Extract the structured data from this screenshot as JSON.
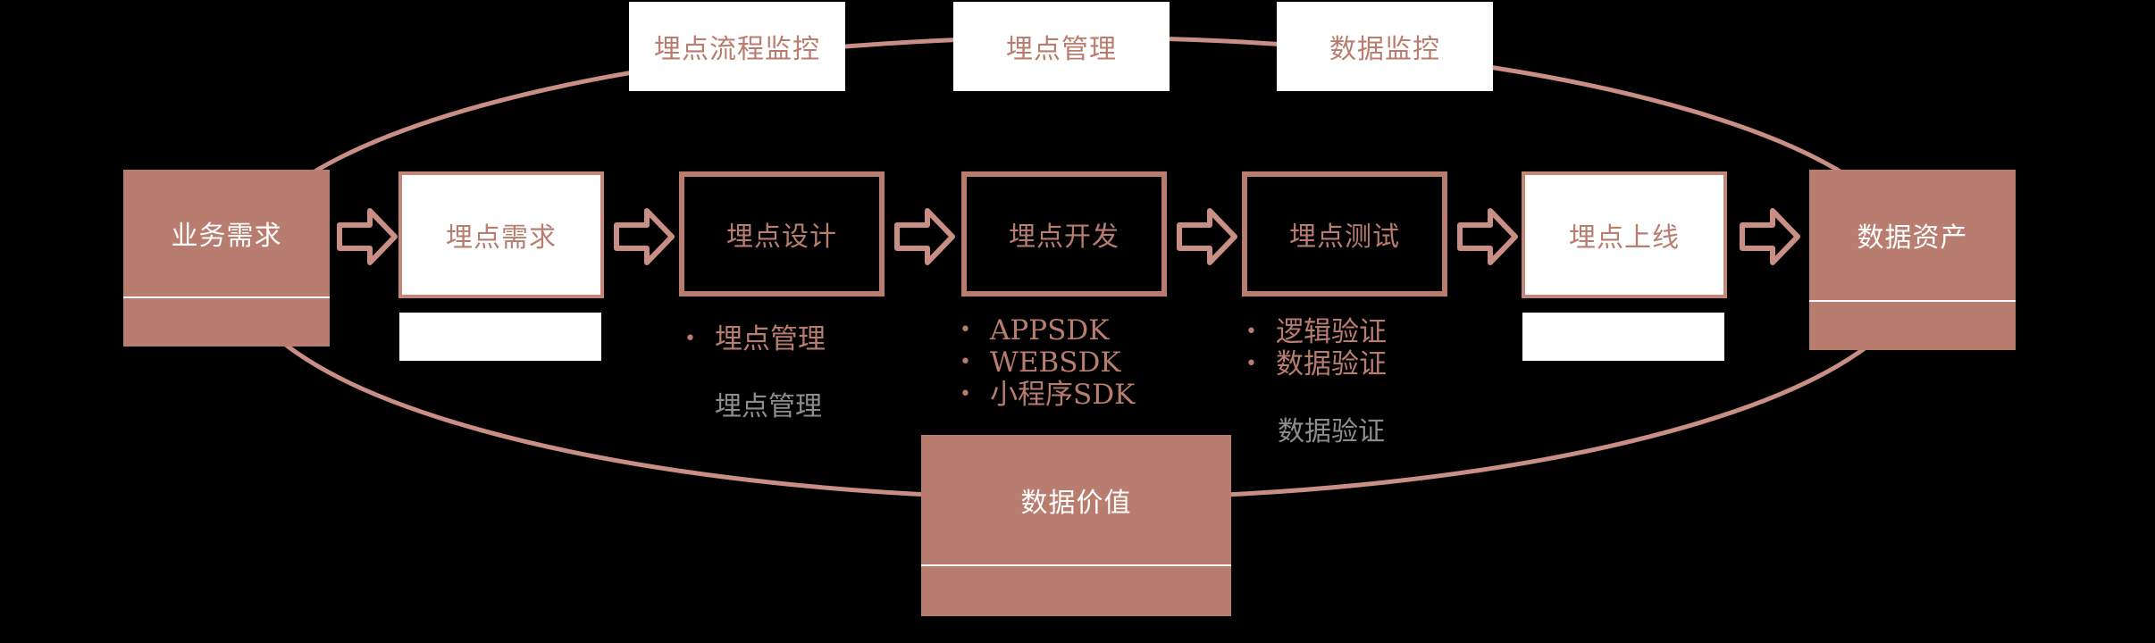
{
  "colors": {
    "accent": "#b97d6f",
    "background": "#000000",
    "white": "#ffffff"
  },
  "top_labels": {
    "flow_monitor": "埋点流程监控",
    "management": "埋点管理",
    "data_monitor": "数据监控"
  },
  "stages": {
    "business_need": "业务需求",
    "tracking_need": "埋点需求",
    "tracking_design": "埋点设计",
    "tracking_dev": "埋点开发",
    "tracking_test": "埋点测试",
    "tracking_launch": "埋点上线",
    "data_asset": "数据资产"
  },
  "design_items": [
    "埋点管理"
  ],
  "design_ghost": "埋点管理",
  "dev_items": [
    "APPSDK",
    "WEBSDK",
    "小程序SDK"
  ],
  "test_items": [
    "逻辑验证",
    "数据验证"
  ],
  "test_ghost": "数据验证",
  "bottom_label": "数据价值"
}
